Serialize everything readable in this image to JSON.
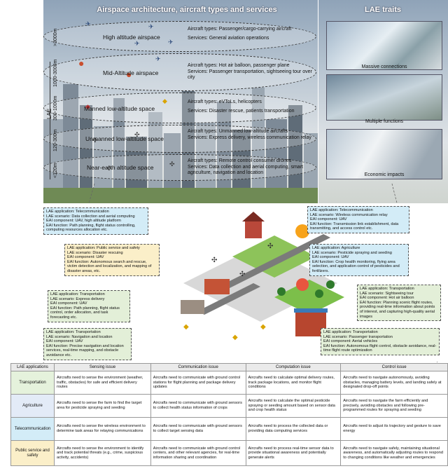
{
  "top": {
    "title": "Airspace architecture, aircraft types and services",
    "traits_title": "LAE traits",
    "lae_label": "LAE",
    "layers": [
      {
        "altitude": ">3000m",
        "name": "High altitude airspace",
        "aircraft": "Aircraft types: Passenger/cargo-carrying aircraft",
        "services": "Services: General aviation operations"
      },
      {
        "altitude": "1000-3000m",
        "name": "Mid-Altitude airspace",
        "aircraft": "Aircraft types: Hot air balloon, passenger plane",
        "services": "Services: Passenger transportation, sightseeing tour over city"
      },
      {
        "altitude": "300-1000m",
        "name": "Manned low-altitude space",
        "aircraft": "Aircraft types: eVToLs, helicopters",
        "services": "Services: Disaster rescue, patients transportation"
      },
      {
        "altitude": "120-300m",
        "name": "Unmanned low-altitude space",
        "aircraft": "Aircraft types: Unmanned low-altitude aircrafts",
        "services": "Services: Express delivery, wireless communication relay"
      },
      {
        "altitude": "<120m",
        "name": "Near-earth altitude space",
        "aircraft": "Aircraft types: Remote control consumer drones",
        "services": "Services: Data collection and aerial computing, smart agriculture, navigation and location"
      }
    ],
    "traits": [
      "Massive connections",
      "Multiple functions",
      "Economic impacts"
    ]
  },
  "scenarios": [
    {
      "app": "LAE application: Telecommunication",
      "scenario": "LAE scenario: Data collection and aerial computing",
      "component": "EAI component: UAV, high altitude platform",
      "function": "EAI function: Path planning, flight status controlling, computing resources allocation etc."
    },
    {
      "app": "LAE application: Public service and safety",
      "scenario": "LAE scenario: Disaster rescuing",
      "component": "EAI component: UAV",
      "function": "EAI function: Autonomous search and rescue, victim detection and localization, and mapping of disaster areas, etc."
    },
    {
      "app": "LAE application: Transportation",
      "scenario": "LAE scenario: Express delivery",
      "component": "EAI component: UAV",
      "function": "EAI function: Path planning, flight status control, order allocation, and task forecasting etc."
    },
    {
      "app": "LAE application: Transportation",
      "scenario": "LAE scenario: Navigation and location",
      "component": "EAI component: UAV",
      "function": "EAI function: Precise navigation and location services, real-time mapping, and obstacle avoidance etc."
    },
    {
      "app": "LAE application: Telecommunication",
      "scenario": "LAE scenario: Wireless communication relay",
      "component": "EAI component: UAV",
      "function": "EAI function: Transmission link establishment, data transmitting, and access control etc."
    },
    {
      "app": "LAE application: Agriculture",
      "scenario": "LAE scenario: Pesticide spraying and seeding",
      "component": "EAI component: UAV",
      "function": "EAI function: Crop health monitoring, flying area selection, and application control of pesticides and fertilizers."
    },
    {
      "app": "LAE application: Transportation",
      "scenario": "LAE scenario: Sightseeing tour",
      "component": "EAI component: Hot air balloon",
      "function": "EAI function: Planning scenic flight routes, providing real-time information about points of interest, and capturing high-quality aerial images"
    },
    {
      "app": "LAE application: Transportation",
      "scenario": "LAE scenario: Passenger transportation",
      "component": "EAI component: Aerial vehicles",
      "function": "EAI function: Autonomous flight control, obstacle avoidance, real-time flight route optimization"
    }
  ],
  "table": {
    "headers": [
      "LAE applications",
      "Sensing issue",
      "Communication issue",
      "Computation issue",
      "Control issue"
    ],
    "rows": [
      {
        "app": "Transportation",
        "sensing": "Aircrafts need to sense the environment (weather, traffic, obstacles) for safe and efficient delivery routes",
        "communication": "Aircrafts need to communicate with ground control stations for flight planning and package delivery updates",
        "computation": "Aircrafts need to calculate optimal delivery routes, track package locations, and monitor flight conditions",
        "control": "Aircrafts need to navigate autonomously, avoiding obstacles, managing battery levels, and landing safely at designated drop-off points"
      },
      {
        "app": "Agriculture",
        "sensing": "Aircrafts need to sense the farm to find the target area for pesticide spraying and seeding",
        "communication": "Aircrafts need to communicate with ground sensors to collect health status information of crops",
        "computation": "Aircrafts need to calculate the optimal pesticide spraying or seeding amount based on sensor data and crop health status",
        "control": "Aircrafts need to navigate the farm efficiently and precisely, avoiding obstacles and following pre-programmed routes for spraying and seeding"
      },
      {
        "app": "Telecommunication",
        "sensing": "Aircrafts need to sense the wireless environment to determine task areas for relaying communications",
        "communication": "Aircrafts need to communicate with ground sensors to collect target sensing data",
        "computation": "Aircrafts need to process the collected data or providing data computing services",
        "control": "Aircrafts need to adjust its trajectory and gesture to save energy"
      },
      {
        "app": "Public service and safety",
        "sensing": "Aircrafts need to sense the environment to identify and track potential threats (e.g., crime, suspicious activity, accidents)",
        "communication": "Aircrafts need to communicate with ground control centers, and other relevant agencies, for real-time information sharing and coordination",
        "computation": "Aircrafts need to process real-time sensor data to provide situational awareness and potentially generate alerts",
        "control": "Aircrafts need to navigate safely, maintaining situational awareness, and automatically adjusting routes to respond to changing conditions like weather and emergencies"
      }
    ]
  }
}
